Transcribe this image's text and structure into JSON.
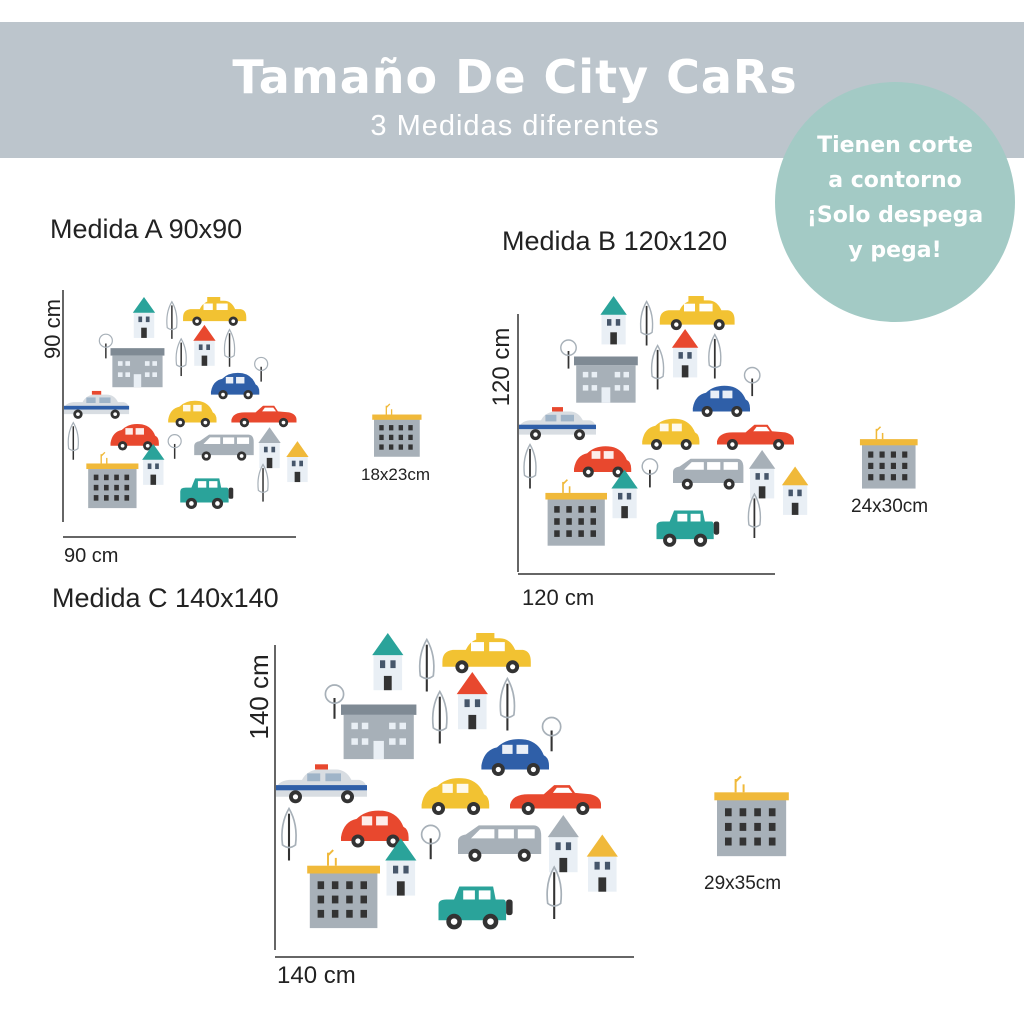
{
  "header": {
    "title": "Tamaño De City CaRs",
    "subtitle": "3 Medidas diferentes"
  },
  "badge": {
    "lines": [
      "Tienen corte",
      "a contorno",
      "¡Solo despega",
      "y pega!"
    ]
  },
  "sizes": [
    {
      "heading": "Medida A 90x90",
      "width_label": "90 cm",
      "height_label": "90 cm",
      "building_label": "18x23cm"
    },
    {
      "heading": "Medida B 120x120",
      "width_label": "120 cm",
      "height_label": "120 cm",
      "building_label": "24x30cm"
    },
    {
      "heading": "Medida C 140x140",
      "width_label": "140 cm",
      "height_label": "140 cm",
      "building_label": "29x35cm"
    }
  ],
  "colors": {
    "header_band": "#bcc5cc",
    "badge": "#a3cac5",
    "taxi": "#f2c232",
    "red": "#e8482e",
    "blue": "#2f5fa8",
    "teal": "#2aa39a",
    "grey": "#a7b0b8",
    "mustard": "#f0b93a"
  }
}
